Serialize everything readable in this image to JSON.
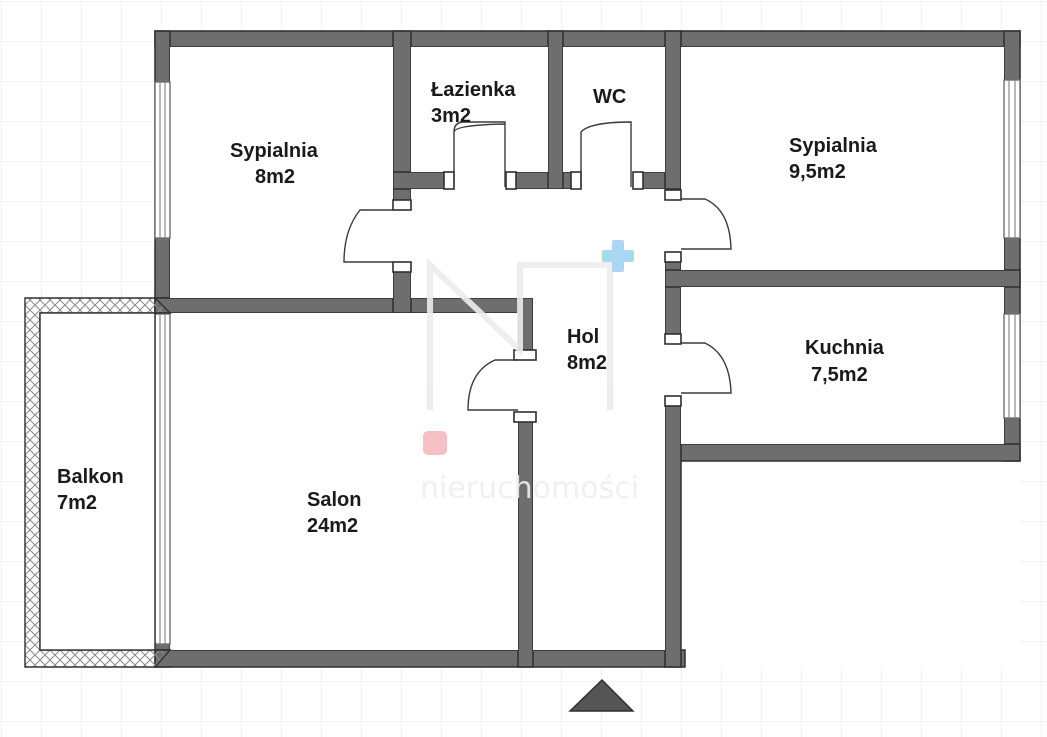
{
  "rooms": [
    {
      "id": "sypialnia-left",
      "name": "Sypialnia",
      "area": "8m2"
    },
    {
      "id": "lazienka",
      "name": "Łazienka",
      "area": "3m2"
    },
    {
      "id": "wc",
      "name": "WC",
      "area": ""
    },
    {
      "id": "sypialnia-right",
      "name": "Sypialnia",
      "area": "9,5m2"
    },
    {
      "id": "hol",
      "name": "Hol",
      "area": "8m2"
    },
    {
      "id": "kuchnia",
      "name": "Kuchnia",
      "area": "7,5m2"
    },
    {
      "id": "balkon",
      "name": "Balkon",
      "area": "7m2"
    },
    {
      "id": "salon",
      "name": "Salon",
      "area": "24m2"
    }
  ],
  "watermark": {
    "text": "nieruchomości"
  },
  "colors": {
    "wall": "#6e6e6e",
    "grid": "#e6e6e6",
    "accent_cross": "#a9d8f2",
    "accent_square": "#f4c0c3",
    "arrow": "#555555"
  },
  "icons": {
    "entrance": "entrance-arrow-icon",
    "compass": "compass-cross-icon"
  }
}
